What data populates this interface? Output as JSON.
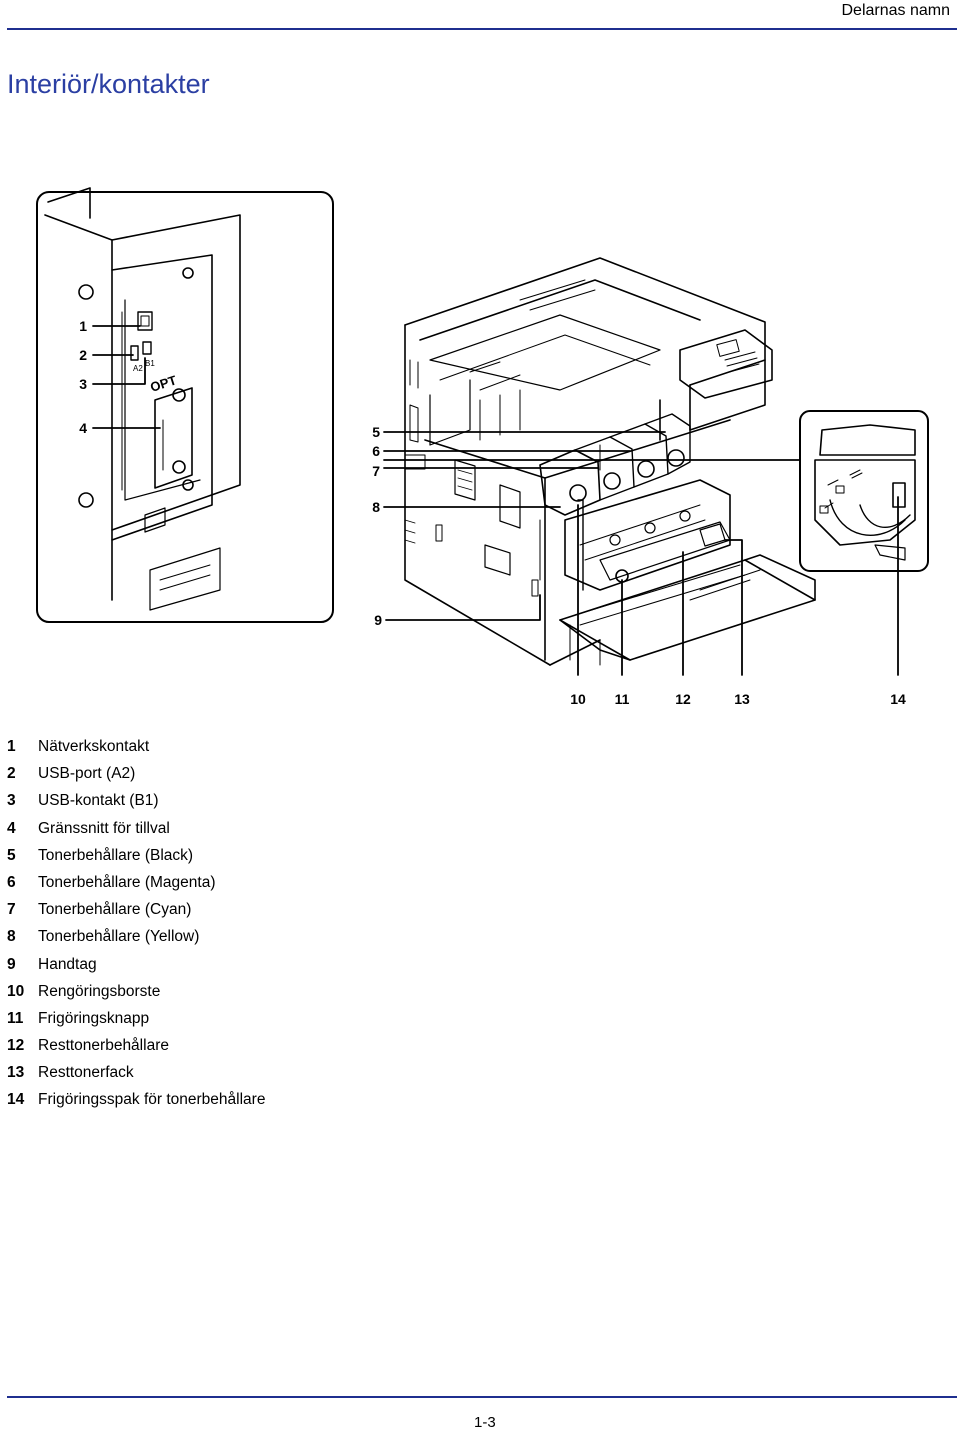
{
  "header": {
    "section": "Delarnas namn"
  },
  "title": "Interiör/kontakter",
  "figure": {
    "callouts": [
      "1",
      "2",
      "3",
      "4",
      "5",
      "6",
      "7",
      "8",
      "9",
      "10",
      "11",
      "12",
      "13",
      "14"
    ],
    "port_labels": {
      "a2": "A2",
      "b1": "B1",
      "opt": "OPT"
    }
  },
  "legend": [
    {
      "num": "1",
      "text": "Nätverkskontakt"
    },
    {
      "num": "2",
      "text": "USB-port (A2)"
    },
    {
      "num": "3",
      "text": "USB-kontakt (B1)"
    },
    {
      "num": "4",
      "text": "Gränssnitt för tillval"
    },
    {
      "num": "5",
      "text": "Tonerbehållare (Black)"
    },
    {
      "num": "6",
      "text": "Tonerbehållare (Magenta)"
    },
    {
      "num": "7",
      "text": "Tonerbehållare (Cyan)"
    },
    {
      "num": "8",
      "text": "Tonerbehållare (Yellow)"
    },
    {
      "num": "9",
      "text": "Handtag"
    },
    {
      "num": "10",
      "text": "Rengöringsborste"
    },
    {
      "num": "11",
      "text": "Frigöringsknapp"
    },
    {
      "num": "12",
      "text": "Resttonerbehållare"
    },
    {
      "num": "13",
      "text": "Resttonerfack"
    },
    {
      "num": "14",
      "text": "Frigöringsspak för tonerbehållare"
    }
  ],
  "footer": {
    "page_number": "1-3"
  }
}
